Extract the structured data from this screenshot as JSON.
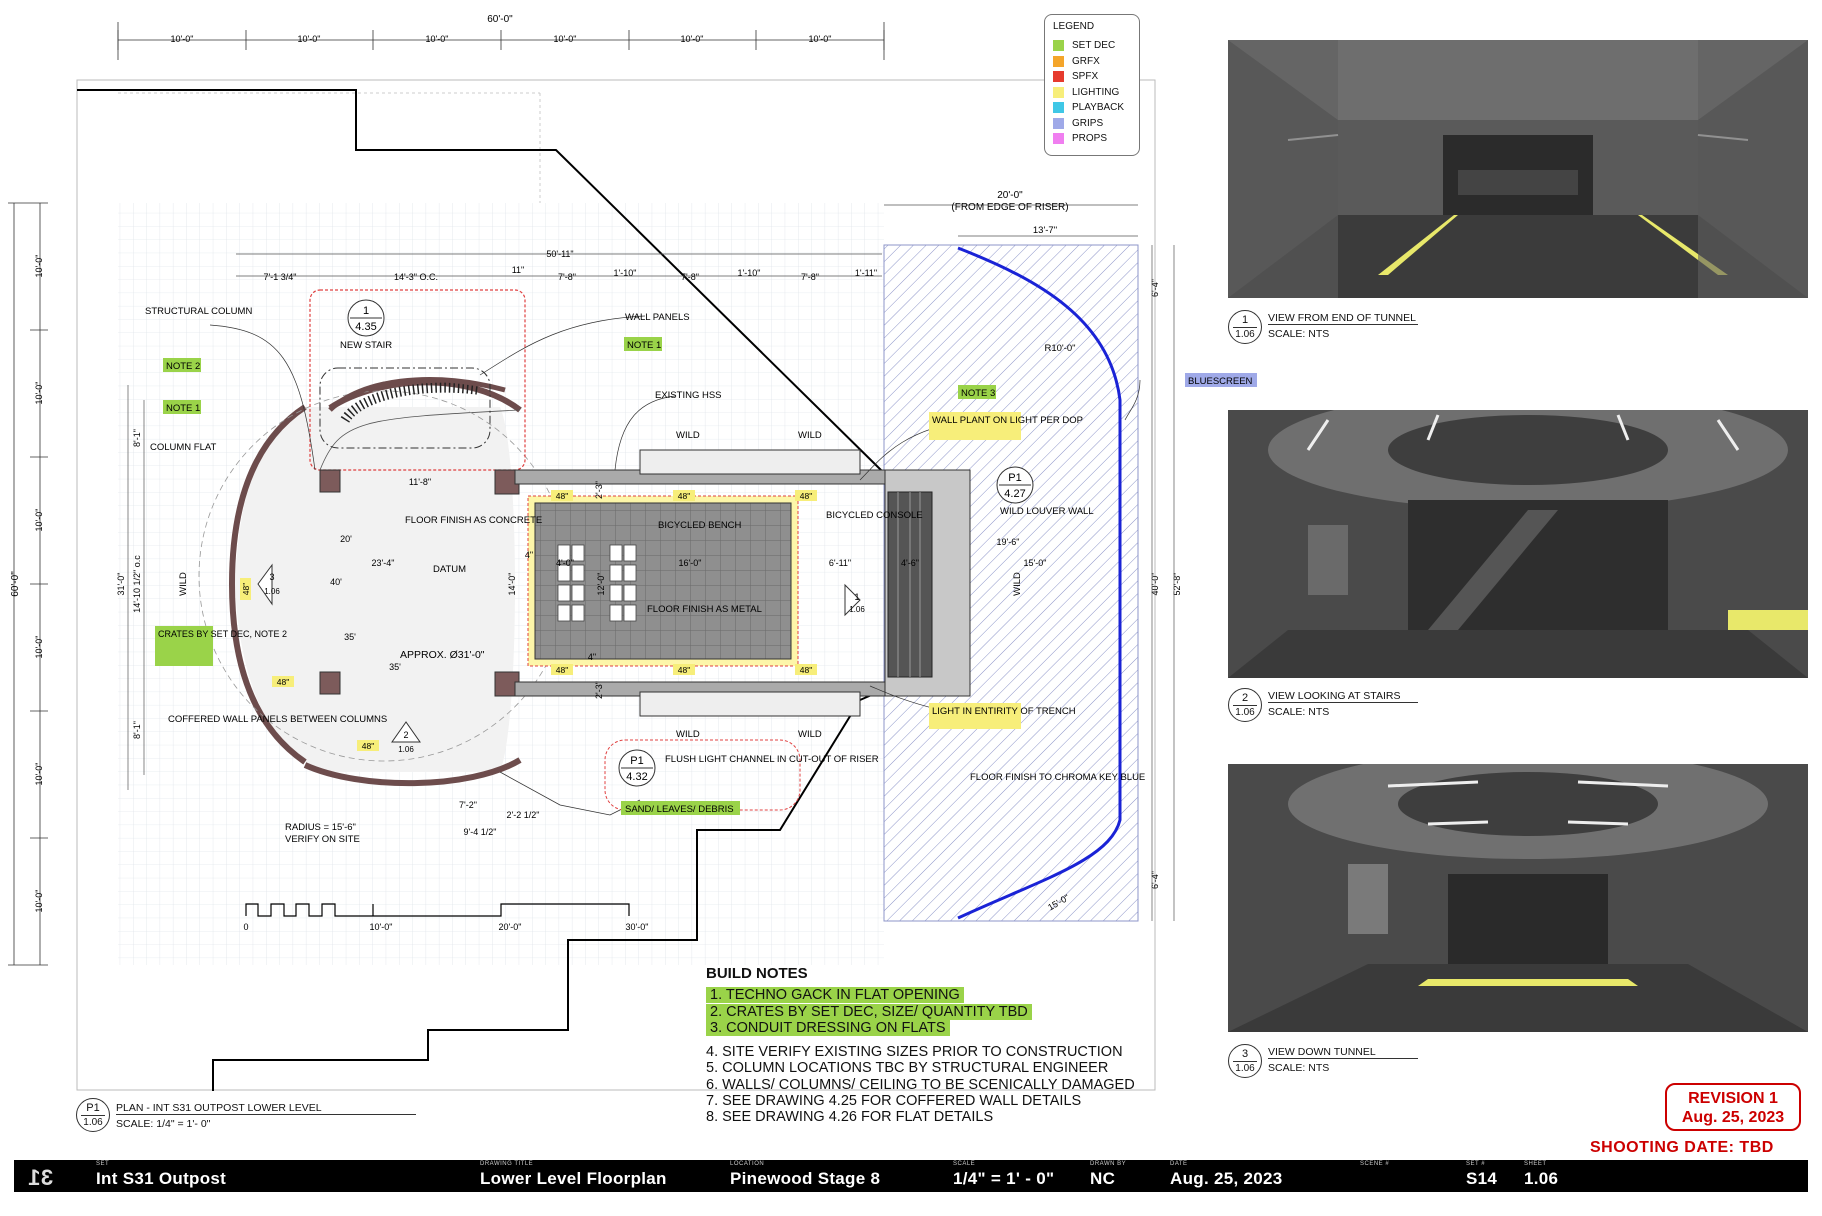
{
  "legend": {
    "title": "LEGEND",
    "items": [
      {
        "label": "SET DEC",
        "color": "#9ad349"
      },
      {
        "label": "GRFX",
        "color": "#f4a52a"
      },
      {
        "label": "SPFX",
        "color": "#e63b2e"
      },
      {
        "label": "LIGHTING",
        "color": "#f7ee7a"
      },
      {
        "label": "PLAYBACK",
        "color": "#3fc7e6"
      },
      {
        "label": "GRIPS",
        "color": "#9fa9e8"
      },
      {
        "label": "PROPS",
        "color": "#f07ef0"
      }
    ]
  },
  "plan": {
    "top_dims": [
      "60'-0\"",
      "10'-0\"",
      "10'-0\"",
      "10'-0\"",
      "10'-0\"",
      "10'-0\"",
      "10'-0\""
    ],
    "left_dims": [
      "10'-0\"",
      "10'-0\"",
      "10'-0\"",
      "10'-0\"",
      "10'-0\"",
      "10'-0\"",
      "60'-0\"",
      "31'-0\"",
      "14'-10 1/2\" o.c",
      "8'-1\"",
      "8'-1\""
    ],
    "interior_dims": [
      "50'-11\"",
      "7'-1 3/4\"",
      "14'-3\" O.C.",
      "11\"",
      "7'-8\"",
      "1'-10\"",
      "7'-8\"",
      "1'-10\"",
      "7'-8\"",
      "1'-11\"",
      "11'-8\"",
      "23'-4\"",
      "14'-0\"",
      "16'-0\"",
      "4'-0\"",
      "12'-0\"",
      "6'-11\"",
      "4'-6\"",
      "19'-6\"",
      "15'-0\"",
      "7'-2\"",
      "2'-2 1/2\"",
      "9'-4 1/2\"",
      "20'",
      "40'",
      "35'",
      "35'",
      "4\"",
      "4\"",
      "2'-3\"",
      "2'-3\""
    ],
    "riser": {
      "dim_top": "20'-0\"",
      "dim_note": "(FROM EDGE OF RISER)",
      "dim_inner": "13'-7\"",
      "radius": "R10'-0\"",
      "right_dims": [
        "6'-4\"",
        "40'-0\"",
        "52'-8\"",
        "6'-4\""
      ],
      "bottom_dim": "15'-0\""
    },
    "notes": {
      "structural_column": "STRUCTURAL COLUMN",
      "note2": "NOTE 2",
      "note1a": "NOTE 1",
      "note1b": "NOTE 1",
      "note3": "NOTE 3",
      "new_stair": "NEW STAIR",
      "wall_panels": "WALL PANELS",
      "existing_hss": "EXISTING HSS",
      "wild1": "WILD",
      "wild2": "WILD",
      "wild3": "WILD",
      "wild4": "WILD",
      "wild5": "WILD",
      "wild6": "WILD",
      "wall_plant": "WALL PLANT ON LIGHT PER DOP",
      "column_flat": "COLUMN FLAT",
      "floor_concrete": "FLOOR FINISH AS CONCRETE",
      "bicycled_bench": "BICYCLED BENCH",
      "bicycled_console": "BICYCLED CONSOLE",
      "wild_louver": "WILD LOUVER WALL",
      "datum": "DATUM",
      "floor_metal": "FLOOR FINISH AS METAL",
      "approx": "APPROX. Ø31'-0\"",
      "crates": "CRATES BY SET DEC, NOTE 2",
      "coffered": "COFFERED WALL PANELS BETWEEN COLUMNS",
      "flush_light": "FLUSH LIGHT CHANNEL IN CUT-OUT OF RISER",
      "sand": "SAND/ LEAVES/ DEBRIS",
      "light_trench": "LIGHT IN ENTIRITY OF TRENCH",
      "floor_chroma": "FLOOR FINISH TO CHROMA KEY BLUE",
      "radius": "RADIUS = 15'-6\"",
      "verify": "VERIFY ON SITE",
      "bluescreen": "BLUESCREEN",
      "dim48": "48\""
    },
    "bubbles": [
      {
        "top": "1",
        "bottom": "4.35"
      },
      {
        "top": "P1",
        "bottom": "4.27"
      },
      {
        "top": "P1",
        "bottom": "4.32"
      },
      {
        "top": "3",
        "bottom": "1.06"
      },
      {
        "top": "1",
        "bottom": "1.06"
      },
      {
        "top": "2",
        "bottom": "1.06"
      }
    ],
    "scale_bar": [
      "0",
      "10'-0\"",
      "20'-0\"",
      "30'-0\""
    ],
    "label": {
      "bubble_top": "P1",
      "bubble_bottom": "1.06",
      "title": "PLAN - INT S31 OUTPOST LOWER LEVEL",
      "scale": "SCALE: 1/4\" = 1'- 0\""
    }
  },
  "views": [
    {
      "num": "1",
      "sheet": "1.06",
      "title": "VIEW FROM END OF TUNNEL",
      "scale": "SCALE: NTS"
    },
    {
      "num": "2",
      "sheet": "1.06",
      "title": "VIEW LOOKING AT STAIRS",
      "scale": "SCALE: NTS"
    },
    {
      "num": "3",
      "sheet": "1.06",
      "title": "VIEW DOWN TUNNEL",
      "scale": "SCALE: NTS"
    }
  ],
  "build_notes": {
    "heading": "BUILD NOTES",
    "highlighted": [
      "1. TECHNO GACK IN FLAT OPENING",
      "2. CRATES BY SET DEC, SIZE/ QUANTITY TBD",
      "3. CONDUIT DRESSING ON FLATS"
    ],
    "items": [
      "4. SITE VERIFY EXISTING SIZES PRIOR TO CONSTRUCTION",
      "5. COLUMN LOCATIONS TBC BY STRUCTURAL ENGINEER",
      "6. WALLS/ COLUMNS/ CEILING TO BE SCENICALLY DAMAGED",
      "7. SEE DRAWING 4.25 FOR COFFERED WALL DETAILS",
      "8. SEE DRAWING 4.26 FOR FLAT DETAILS"
    ]
  },
  "revision": {
    "line1": "REVISION 1",
    "line2": "Aug. 25, 2023"
  },
  "shooting": "SHOOTING DATE:  TBD",
  "title_block": {
    "logo": "31",
    "set_cap": "SET",
    "set": "Int S31 Outpost",
    "title_cap": "DRAWING TITLE",
    "title": "Lower Level Floorplan",
    "location_cap": "LOCATION",
    "location": "Pinewood Stage 8",
    "scale_cap": "SCALE",
    "scale": "1/4\" = 1' - 0\"",
    "drawn_cap": "DRAWN BY",
    "drawn": "NC",
    "date_cap": "DATE",
    "date": "Aug. 25, 2023",
    "scene_cap": "SCENE #",
    "scene": "",
    "setno_cap": "SET #",
    "setno": "S14",
    "sheet_cap": "SHEET",
    "sheet": "1.06"
  }
}
